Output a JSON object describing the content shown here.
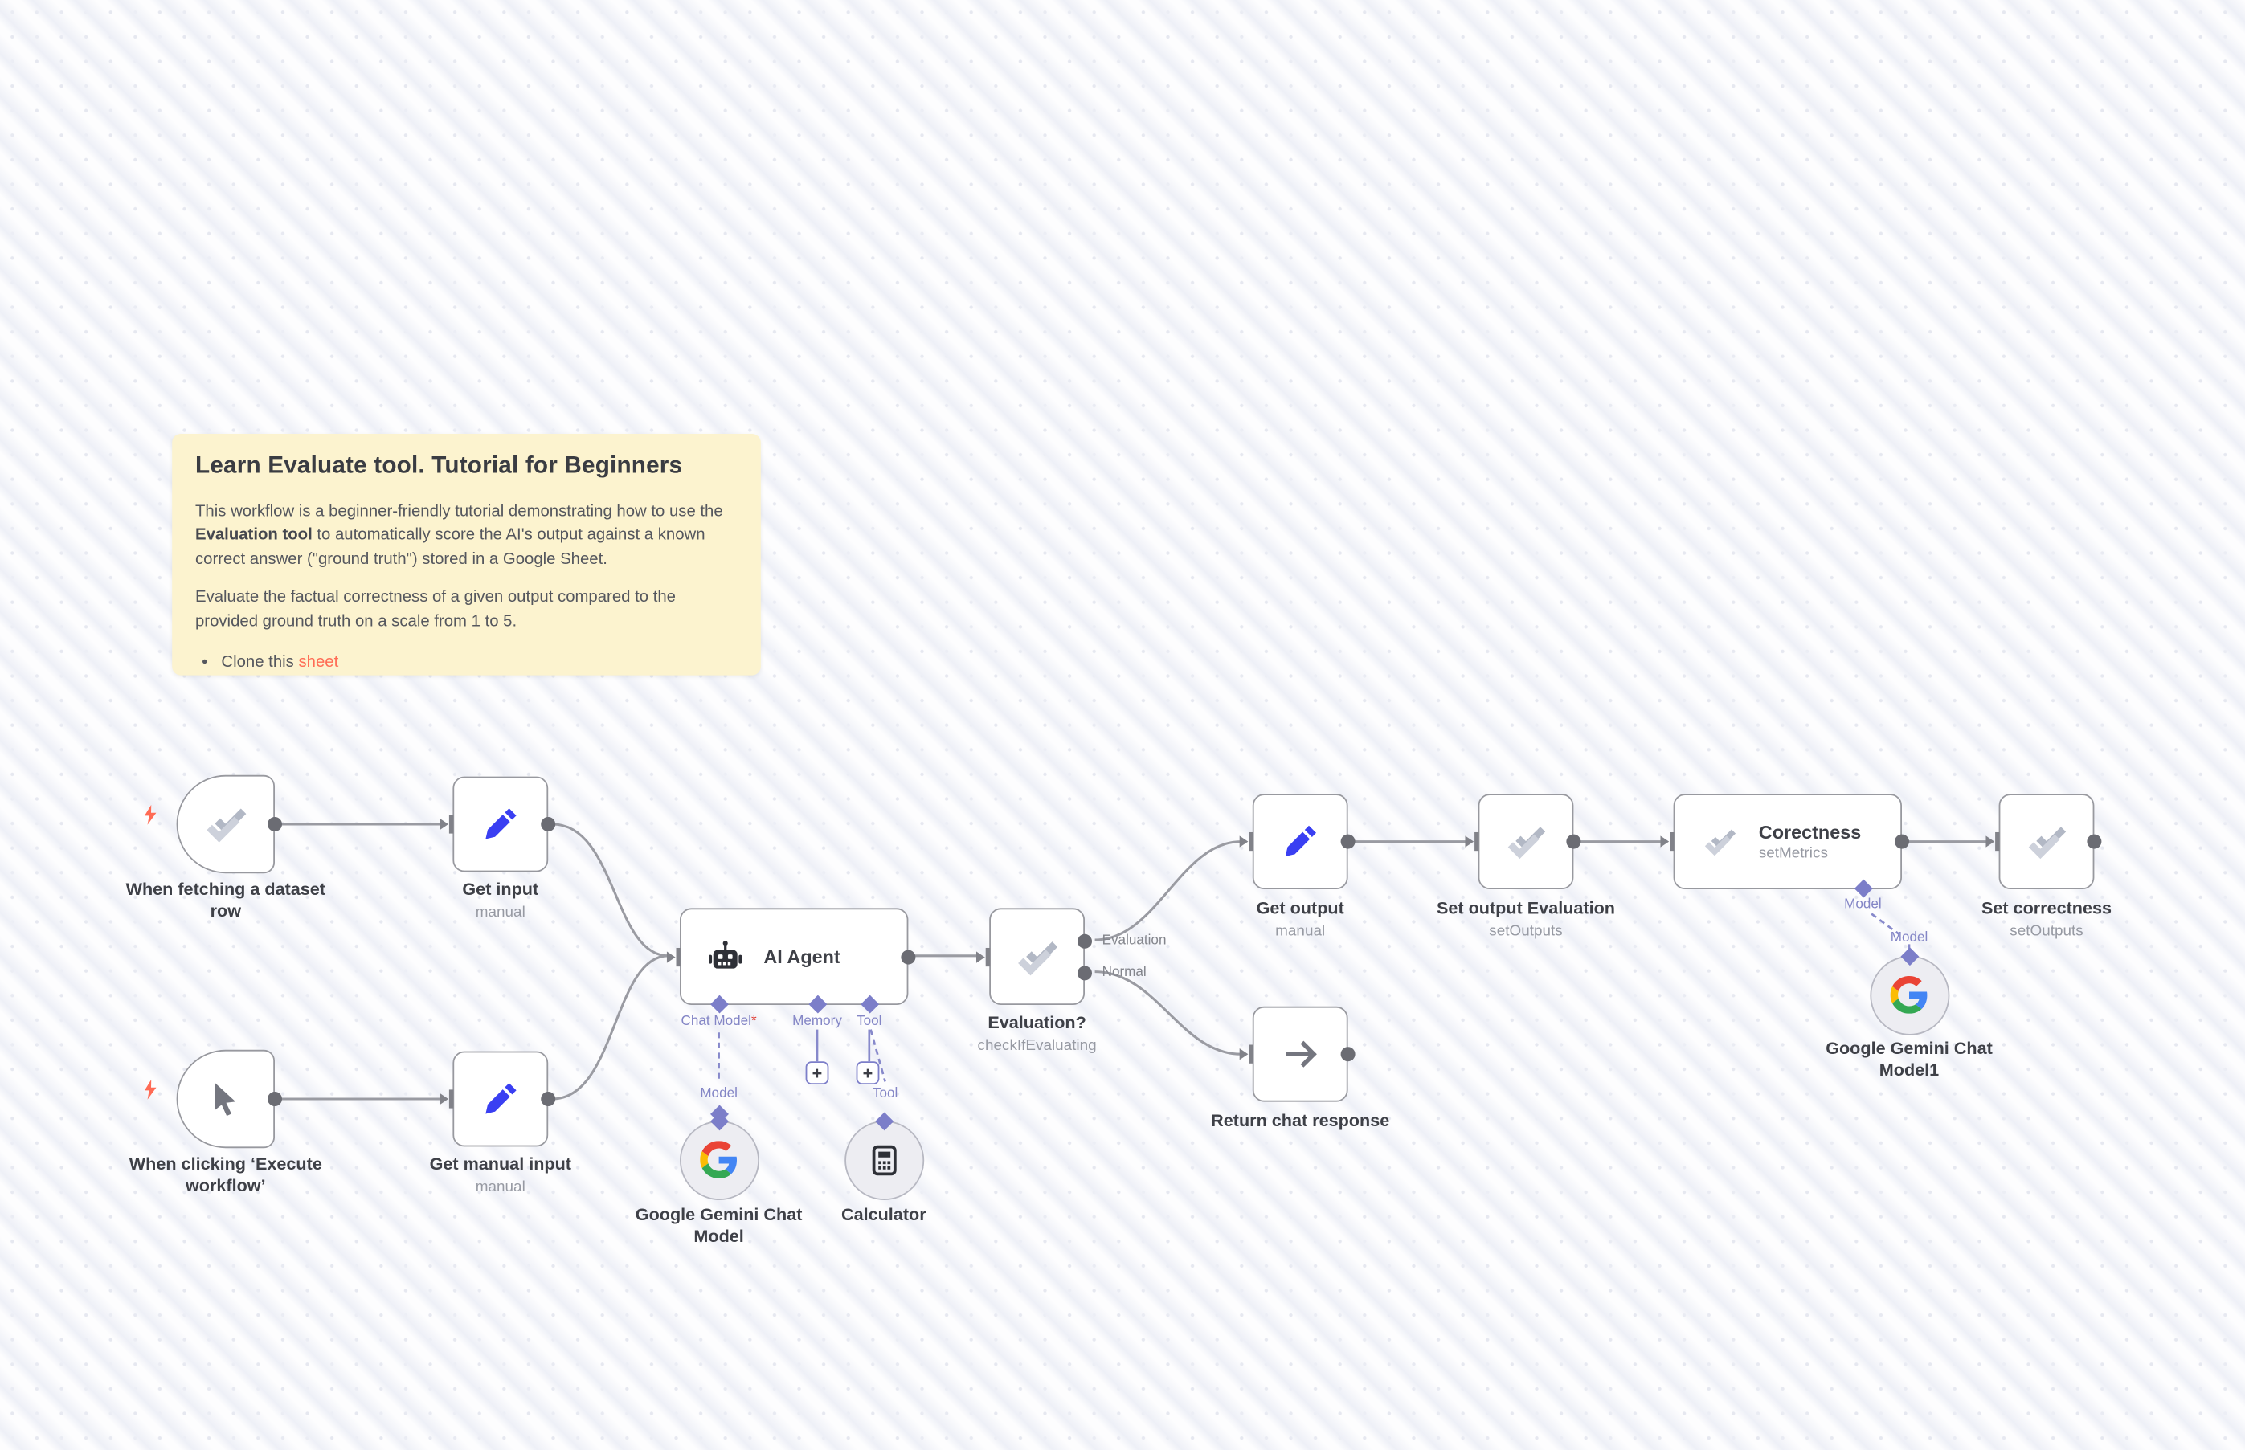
{
  "app": "workflow-canvas",
  "colors": {
    "sticky_bg": "#fcf3cf",
    "link": "#ff6c55",
    "bolt": "#ff6b55",
    "pencil_blue": "#3a3ff2",
    "accent_purple": "#7c7ec9",
    "node_border": "#98999f",
    "connection_gray": "#9a9ba2"
  },
  "sticky": {
    "title": "Learn Evaluate tool. Tutorial for Beginners",
    "p1_pre": "This workflow is a beginner-friendly tutorial demonstrating how to use the ",
    "p1_bold": "Evaluation tool",
    "p1_post": " to automatically score the AI's output against a known correct answer (\"ground truth\") stored in a Google Sheet.",
    "p2": "Evaluate the factual correctness of a given output compared to the provided ground truth on a scale from 1 to 5.",
    "bullet_pre": "Clone this ",
    "bullet_link": "sheet"
  },
  "nodes": {
    "fetch_dataset": {
      "name": "When fetching a dataset row"
    },
    "get_input": {
      "name": "Get input",
      "subtitle": "manual"
    },
    "execute_workflow": {
      "name": "When clicking ‘Execute workflow’"
    },
    "get_manual_input": {
      "name": "Get manual input",
      "subtitle": "manual"
    },
    "ai_agent": {
      "name": "AI Agent"
    },
    "evaluation": {
      "name": "Evaluation?",
      "subtitle": "checkIfEvaluating"
    },
    "get_output": {
      "name": "Get output",
      "subtitle": "manual"
    },
    "set_output_evaluation": {
      "name": "Set output Evaluation",
      "subtitle": "setOutputs"
    },
    "correctness": {
      "name": "Corectness",
      "subtitle": "setMetrics"
    },
    "set_correctness": {
      "name": "Set correctness",
      "subtitle": "setOutputs"
    },
    "return_chat": {
      "name": "Return chat response"
    },
    "gemini1": {
      "name": "Google Gemini Chat Model"
    },
    "calculator": {
      "name": "Calculator"
    },
    "gemini2": {
      "name": "Google Gemini Chat Model1"
    }
  },
  "ports": {
    "chat_model": "Chat Model",
    "required_mark": "*",
    "memory": "Memory",
    "tool": "Tool",
    "model": "Model",
    "add": "+"
  },
  "branches": {
    "evaluation": "Evaluation",
    "normal": "Normal"
  },
  "icons": {
    "fetch_dataset": "double-check",
    "get_input": "pencil",
    "execute_workflow": "cursor",
    "get_manual_input": "pencil",
    "ai_agent": "robot",
    "evaluation": "double-check",
    "get_output": "pencil",
    "set_output_evaluation": "double-check",
    "correctness": "double-check",
    "set_correctness": "double-check",
    "return_chat": "arrow-right",
    "gemini": "google-g",
    "calculator": "calculator",
    "trigger": "lightning-bolt"
  }
}
